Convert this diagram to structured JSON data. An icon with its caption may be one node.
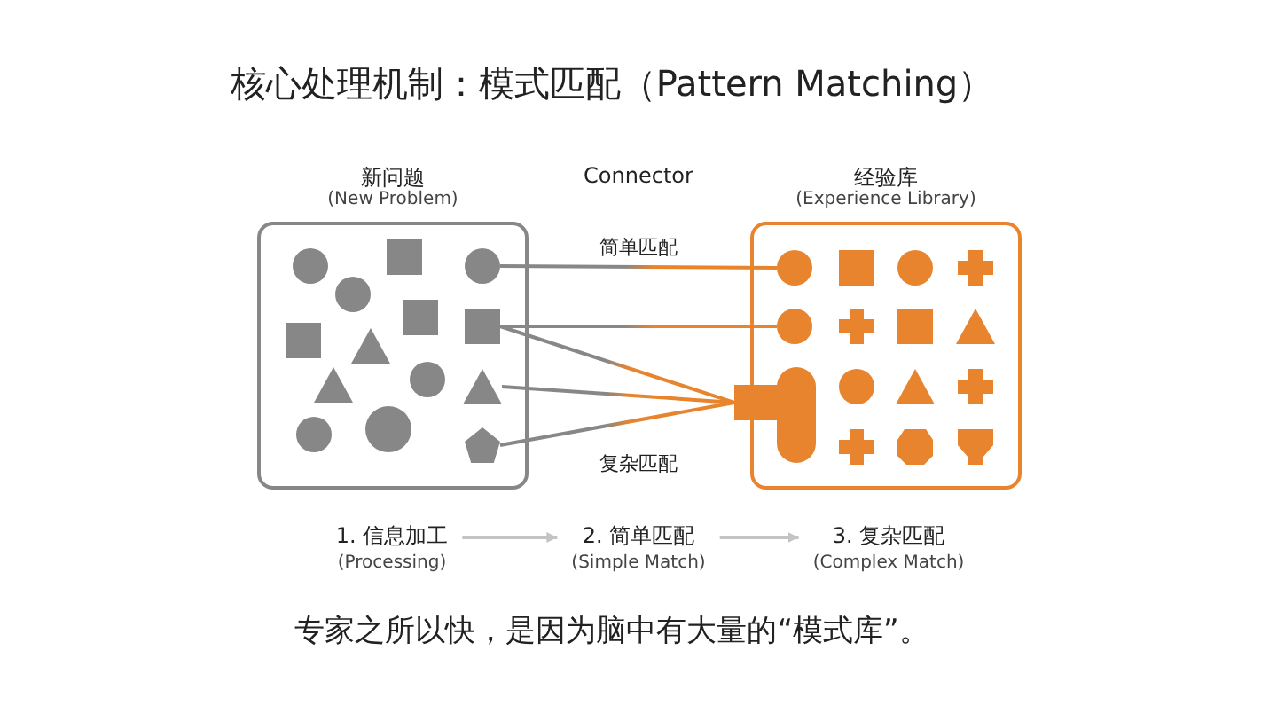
{
  "diagram": {
    "title": "核心处理机制：模式匹配（Pattern Matching）",
    "caption": "专家之所以快，是因为脑中有大量的“模式库”。",
    "nodes": [
      {
        "text": [
          "新问题",
          "(New Problem)"
        ]
      },
      {
        "text": [
          "经验库",
          "(Experience Library)"
        ]
      },
      {
        "text": [],
        "shape": "circle",
        "in": 0
      },
      {
        "text": [],
        "shape": "box",
        "in": 0
      },
      {
        "text": [],
        "shape": "triangle",
        "in": 0
      },
      {
        "text": [],
        "shape": "pentagon",
        "in": 0
      },
      {
        "text": [],
        "shape": "circle",
        "in": 1
      },
      {
        "text": [],
        "shape": "circle",
        "in": 1
      },
      {
        "text": [],
        "shape": "plug",
        "in": 1
      },
      {
        "text": [
          "1. 信息加工",
          "(Processing)"
        ]
      },
      {
        "text": [
          "2. 简单匹配",
          "(Simple Match)"
        ]
      },
      {
        "text": [
          "3. 复杂匹配",
          "(Complex Match)"
        ]
      }
    ],
    "edges": [
      {
        "from": 2,
        "to": 6,
        "arrow": "none",
        "label": "简单匹配"
      },
      {
        "from": 3,
        "to": 7,
        "arrow": "none"
      },
      {
        "from": 3,
        "to": 8,
        "arrow": "none"
      },
      {
        "from": 4,
        "to": 8,
        "arrow": "none"
      },
      {
        "from": 5,
        "to": 8,
        "arrow": "none",
        "label": "复杂匹配"
      },
      {
        "from": 9,
        "to": 10,
        "arrow": "to",
        "color": "#c4c4c4"
      },
      {
        "from": 10,
        "to": 11,
        "arrow": "to",
        "color": "#c4c4c4"
      }
    ],
    "labels": [
      "Connector"
    ]
  }
}
